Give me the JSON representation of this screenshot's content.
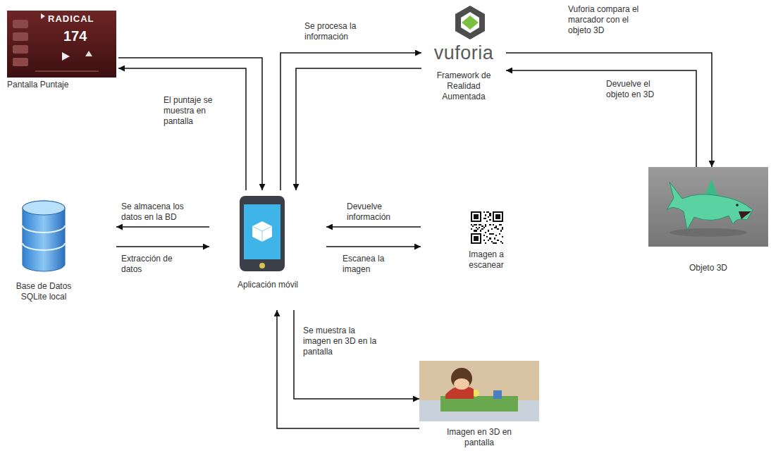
{
  "diagram": {
    "nodes": [
      {
        "text": [
          "Pantalla Puntaje"
        ]
      },
      {
        "text": [
          "vuforia",
          "Framework de Realidad Aumentada"
        ]
      },
      {
        "text": [
          "Base de Datos SQLite local"
        ]
      },
      {
        "text": [
          "Aplicación móvil"
        ]
      },
      {
        "text": [
          "Imagen a escanear"
        ]
      },
      {
        "text": [
          "Objeto 3D"
        ]
      },
      {
        "text": [
          "Imagen en 3D en pantalla"
        ]
      }
    ],
    "edges": [
      {
        "from": 0,
        "to": 3,
        "arrow": "to"
      },
      {
        "from": 3,
        "to": 0,
        "label": "El puntaje se muestra en pantalla",
        "arrow": "to"
      },
      {
        "from": 3,
        "to": 1,
        "label": "Se procesa la información",
        "arrow": "to"
      },
      {
        "from": 1,
        "to": 3,
        "arrow": "to"
      },
      {
        "from": 1,
        "to": 5,
        "label": "Vuforia compara el marcador con el objeto 3D",
        "arrow": "to"
      },
      {
        "from": 5,
        "to": 1,
        "label": "Devuelve el objeto en 3D",
        "arrow": "to"
      },
      {
        "from": 3,
        "to": 2,
        "label": "Se almacena los datos en la BD",
        "arrow": "to"
      },
      {
        "from": 2,
        "to": 3,
        "label": "Extracción de datos",
        "arrow": "to"
      },
      {
        "from": 4,
        "to": 3,
        "label": "Devuelve información",
        "arrow": "to"
      },
      {
        "from": 3,
        "to": 4,
        "label": "Escanea la imagen",
        "arrow": "to"
      },
      {
        "from": 3,
        "to": 6,
        "label": "Se muestra la imagen en 3D en la pantalla",
        "arrow": "to"
      },
      {
        "from": 6,
        "to": 3,
        "arrow": "to"
      }
    ],
    "labels": [
      "RADICAL",
      "174"
    ]
  }
}
